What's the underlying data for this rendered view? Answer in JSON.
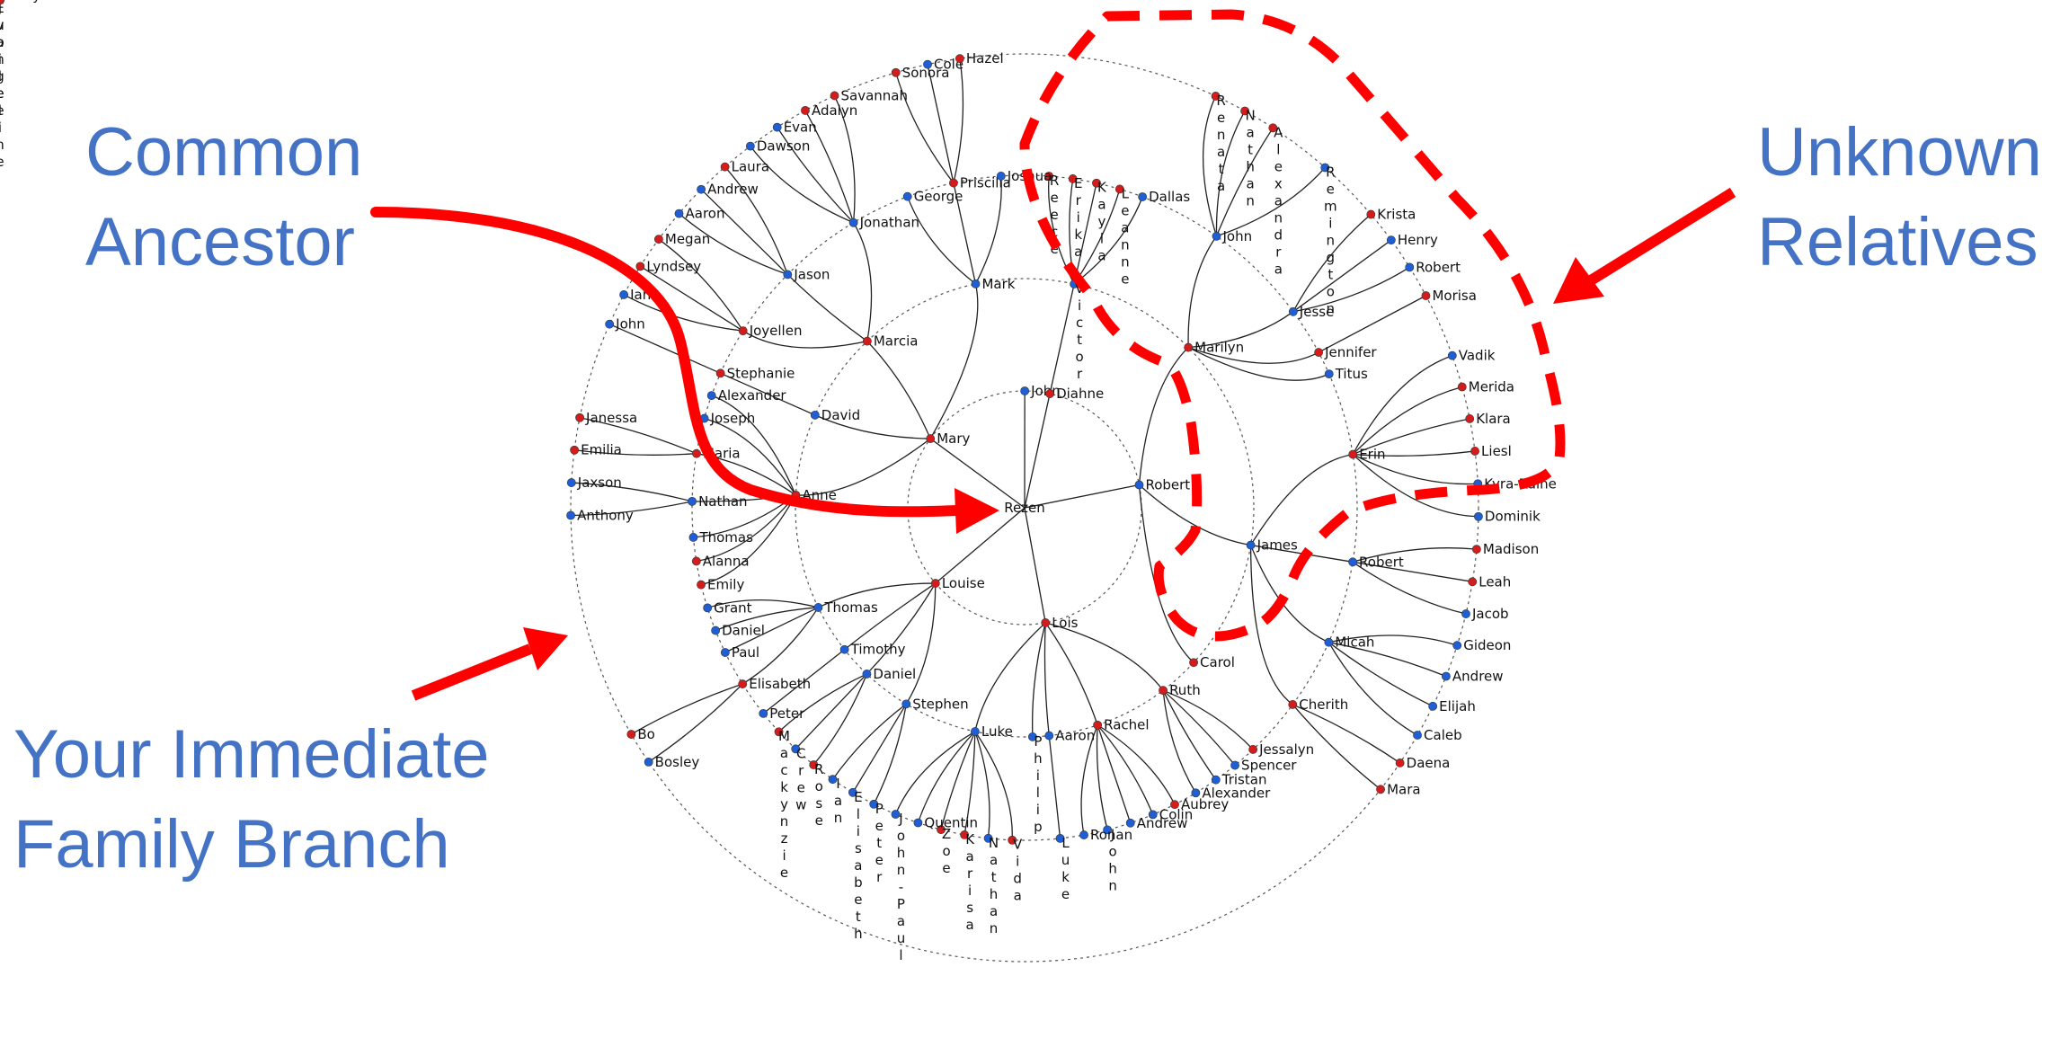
{
  "callouts": {
    "common_ancestor": [
      "Common",
      "Ancestor"
    ],
    "unknown_relatives": [
      "Unknown",
      "Relatives"
    ],
    "immediate_family": [
      "Your Immediate",
      "Family Branch"
    ]
  },
  "colors": {
    "callout_text": "#4472C4",
    "arrow": "#FF0000",
    "node_blue": "#1f5fd6",
    "node_red": "#d41c1c",
    "edge": "#222222",
    "ring": "#555555"
  },
  "tree": {
    "name": "Rezen",
    "children": [
      {
        "name": "John",
        "color": "blue"
      },
      {
        "name": "Diahne",
        "color": "red",
        "children": [
          {
            "name": "Victor",
            "color": "blue",
            "vertical": true,
            "children": [
              {
                "name": "Reece",
                "color": "red",
                "vertical": true
              },
              {
                "name": "Erika",
                "color": "red",
                "vertical": true
              },
              {
                "name": "Kayla",
                "color": "red",
                "vertical": true
              },
              {
                "name": "Leanne",
                "color": "red",
                "vertical": true
              },
              {
                "name": "Dallas",
                "color": "blue"
              }
            ]
          }
        ]
      },
      {
        "name": "Robert",
        "color": "blue",
        "children": [
          {
            "name": "Marilyn",
            "color": "red",
            "children": [
              {
                "name": "John",
                "color": "blue",
                "children": [
                  {
                    "name": "Renata",
                    "color": "red",
                    "vertical": true
                  },
                  {
                    "name": "Nathan",
                    "color": "red",
                    "vertical": true
                  },
                  {
                    "name": "Alexandra",
                    "color": "red",
                    "vertical": true
                  },
                  {
                    "name": "Remington",
                    "color": "blue",
                    "vertical": true,
                    "children": [
                      {
                        "name": "Evangeline",
                        "color": "red",
                        "vertical": true
                      },
                      {
                        "name": "Jubilee",
                        "color": "red",
                        "vertical": true
                      },
                      {
                        "name": "Mercy",
                        "color": "red"
                      }
                    ]
                  }
                ]
              },
              {
                "name": "Jesse",
                "color": "blue",
                "children": [
                  {
                    "name": "Krista",
                    "color": "red"
                  },
                  {
                    "name": "Henry",
                    "color": "blue"
                  },
                  {
                    "name": "Robert",
                    "color": "blue"
                  }
                ]
              },
              {
                "name": "Jennifer",
                "color": "red",
                "children": [
                  {
                    "name": "Morisa",
                    "color": "red"
                  }
                ]
              },
              {
                "name": "Titus",
                "color": "blue"
              }
            ]
          },
          {
            "name": "James",
            "color": "blue",
            "children": [
              {
                "name": "Erin",
                "color": "red",
                "children": [
                  {
                    "name": "Vadik",
                    "color": "blue"
                  },
                  {
                    "name": "Merida",
                    "color": "red"
                  },
                  {
                    "name": "Klara",
                    "color": "red"
                  },
                  {
                    "name": "Liesl",
                    "color": "red"
                  },
                  {
                    "name": "Kyra-Raine",
                    "color": "blue"
                  },
                  {
                    "name": "Dominik",
                    "color": "blue"
                  }
                ]
              },
              {
                "name": "Robert",
                "color": "blue",
                "children": [
                  {
                    "name": "Madison",
                    "color": "red"
                  },
                  {
                    "name": "Leah",
                    "color": "red"
                  },
                  {
                    "name": "Jacob",
                    "color": "blue"
                  }
                ]
              },
              {
                "name": "Micah",
                "color": "blue",
                "children": [
                  {
                    "name": "Gideon",
                    "color": "blue"
                  },
                  {
                    "name": "Andrew",
                    "color": "blue"
                  },
                  {
                    "name": "Elijah",
                    "color": "blue"
                  },
                  {
                    "name": "Caleb",
                    "color": "blue"
                  }
                ]
              },
              {
                "name": "Cherith",
                "color": "red",
                "children": [
                  {
                    "name": "Daena",
                    "color": "red"
                  },
                  {
                    "name": "Mara",
                    "color": "red"
                  }
                ]
              }
            ]
          },
          {
            "name": "Carol",
            "color": "red"
          }
        ]
      },
      {
        "name": "Lois",
        "color": "red",
        "children": [
          {
            "name": "Ruth",
            "color": "red",
            "children": [
              {
                "name": "Jessalyn",
                "color": "red"
              },
              {
                "name": "Spencer",
                "color": "blue"
              },
              {
                "name": "Tristan",
                "color": "blue"
              },
              {
                "name": "Alexander",
                "color": "blue"
              }
            ]
          },
          {
            "name": "Rachel",
            "color": "red",
            "children": [
              {
                "name": "Aubrey",
                "color": "red"
              },
              {
                "name": "Colin",
                "color": "blue"
              },
              {
                "name": "Andrew",
                "color": "blue"
              },
              {
                "name": "John",
                "color": "blue",
                "vertical": true
              },
              {
                "name": "Ronan",
                "color": "blue"
              }
            ]
          },
          {
            "name": "Aaron",
            "color": "blue",
            "children": [
              {
                "name": "Luke",
                "color": "blue",
                "vertical": true
              }
            ]
          },
          {
            "name": "Philip",
            "color": "blue",
            "vertical": true
          },
          {
            "name": "Luke",
            "color": "blue",
            "children": [
              {
                "name": "Vida",
                "color": "red",
                "vertical": true
              },
              {
                "name": "Nathan",
                "color": "blue",
                "vertical": true
              },
              {
                "name": "Karisa",
                "color": "red",
                "vertical": true
              },
              {
                "name": "Zoe",
                "color": "red",
                "vertical": true
              },
              {
                "name": "Quentin",
                "color": "blue"
              },
              {
                "name": "John-Paul",
                "color": "blue",
                "vertical": true
              }
            ]
          }
        ]
      },
      {
        "name": "Louise",
        "color": "red",
        "children": [
          {
            "name": "Stephen",
            "color": "blue",
            "children": [
              {
                "name": "Peter",
                "color": "blue",
                "vertical": true
              },
              {
                "name": "Elisabeth",
                "color": "blue",
                "vertical": true
              },
              {
                "name": "Ian",
                "color": "blue",
                "vertical": true
              }
            ]
          },
          {
            "name": "Daniel",
            "color": "blue",
            "children": [
              {
                "name": "Rose",
                "color": "red",
                "vertical": true
              },
              {
                "name": "Crew",
                "color": "blue",
                "vertical": true
              },
              {
                "name": "Mackynzie",
                "color": "red",
                "vertical": true
              }
            ]
          },
          {
            "name": "Timothy",
            "color": "blue",
            "children": [
              {
                "name": "Peter",
                "color": "blue"
              }
            ]
          },
          {
            "name": "Thomas",
            "color": "blue",
            "children": [
              {
                "name": "Elisabeth",
                "color": "red",
                "children": [
                  {
                    "name": "Bosley",
                    "color": "blue"
                  },
                  {
                    "name": "Bo",
                    "color": "red"
                  }
                ]
              },
              {
                "name": "Paul",
                "color": "blue"
              },
              {
                "name": "Daniel",
                "color": "blue"
              },
              {
                "name": "Grant",
                "color": "blue"
              }
            ]
          }
        ]
      },
      {
        "name": "Mary",
        "color": "red",
        "children": [
          {
            "name": "Anne",
            "color": "red",
            "children": [
              {
                "name": "Emily",
                "color": "red"
              },
              {
                "name": "Alanna",
                "color": "red"
              },
              {
                "name": "Thomas",
                "color": "blue"
              },
              {
                "name": "Nathan",
                "color": "blue",
                "children": [
                  {
                    "name": "Anthony",
                    "color": "blue"
                  },
                  {
                    "name": "Jaxson",
                    "color": "blue"
                  }
                ]
              },
              {
                "name": "Maria",
                "color": "red",
                "children": [
                  {
                    "name": "Emilia",
                    "color": "red"
                  },
                  {
                    "name": "Janessa",
                    "color": "red"
                  }
                ]
              },
              {
                "name": "Joseph",
                "color": "blue"
              },
              {
                "name": "Alexander",
                "color": "blue"
              }
            ]
          },
          {
            "name": "David",
            "color": "blue",
            "children": [
              {
                "name": "Stephanie",
                "color": "red",
                "children": [
                  {
                    "name": "John",
                    "color": "blue"
                  }
                ]
              }
            ]
          },
          {
            "name": "Marcia",
            "color": "red",
            "children": [
              {
                "name": "Joyellen",
                "color": "red",
                "children": [
                  {
                    "name": "Ian",
                    "color": "blue"
                  },
                  {
                    "name": "Lyndsey",
                    "color": "red"
                  },
                  {
                    "name": "Megan",
                    "color": "red"
                  }
                ]
              },
              {
                "name": "Jason",
                "color": "blue",
                "children": [
                  {
                    "name": "Aaron",
                    "color": "blue"
                  },
                  {
                    "name": "Andrew",
                    "color": "blue"
                  },
                  {
                    "name": "Laura",
                    "color": "red"
                  }
                ]
              },
              {
                "name": "Jonathan",
                "color": "blue",
                "children": [
                  {
                    "name": "Dawson",
                    "color": "blue"
                  },
                  {
                    "name": "Evan",
                    "color": "blue"
                  },
                  {
                    "name": "Adalyn",
                    "color": "red"
                  },
                  {
                    "name": "Savannah",
                    "color": "red"
                  }
                ]
              }
            ]
          },
          {
            "name": "Mark",
            "color": "blue",
            "children": [
              {
                "name": "George",
                "color": "blue"
              },
              {
                "name": "Priscilla",
                "color": "red",
                "children": [
                  {
                    "name": "Sonora",
                    "color": "red"
                  },
                  {
                    "name": "Cole",
                    "color": "blue"
                  },
                  {
                    "name": "Hazel",
                    "color": "red"
                  }
                ]
              },
              {
                "name": "Joshua",
                "color": "blue"
              }
            ]
          }
        ]
      }
    ]
  }
}
